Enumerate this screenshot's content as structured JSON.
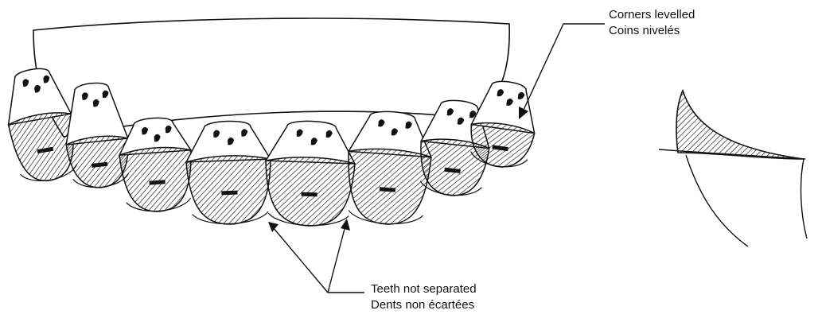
{
  "callouts": {
    "corners": {
      "line1": "Corners levelled",
      "line2": "Coins nivelés"
    },
    "teeth": {
      "line1": "Teeth not separated",
      "line2": "Dents non écartées"
    }
  },
  "figure": {
    "teeth_count": 8,
    "icons": [
      "denture-arch",
      "tooth",
      "cross-section-detail",
      "arrow"
    ],
    "colors": {
      "ink": "#111111",
      "paper": "#ffffff"
    }
  }
}
